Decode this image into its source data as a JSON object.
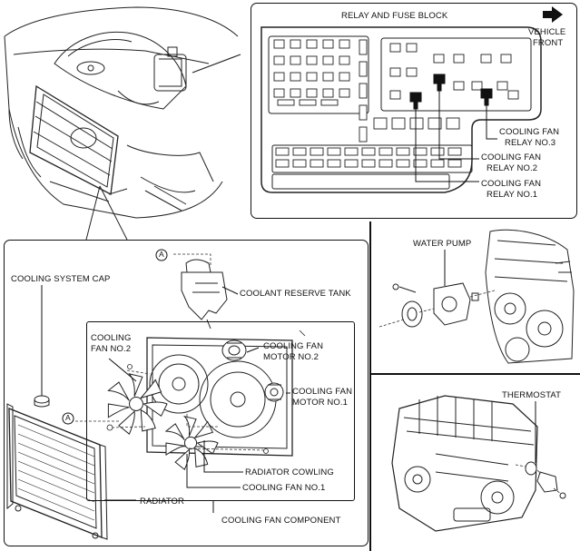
{
  "relay_block": {
    "title": "RELAY AND FUSE BLOCK",
    "direction_line1": "VEHICLE",
    "direction_line2": "FRONT",
    "relay3_line1": "COOLING FAN",
    "relay3_line2": "RELAY NO.3",
    "relay2_line1": "COOLING FAN",
    "relay2_line2": "RELAY NO.2",
    "relay1_line1": "COOLING FAN",
    "relay1_line2": "RELAY NO.1"
  },
  "components": {
    "cooling_system_cap": "COOLING SYSTEM CAP",
    "coolant_reserve_tank": "COOLANT RESERVE TANK",
    "marker_a": "A",
    "fan2_line1": "COOLING",
    "fan2_line2": "FAN NO.2",
    "motor2_line1": "COOLING FAN",
    "motor2_line2": "MOTOR NO.2",
    "motor1_line1": "COOLING FAN",
    "motor1_line2": "MOTOR NO.1",
    "radiator_cowling": "RADIATOR COWLING",
    "fan1": "COOLING FAN NO.1",
    "radiator": "RADIATOR",
    "fan_component": "COOLING FAN COMPONENT"
  },
  "engine": {
    "water_pump": "WATER PUMP",
    "thermostat": "THERMOSTAT"
  }
}
